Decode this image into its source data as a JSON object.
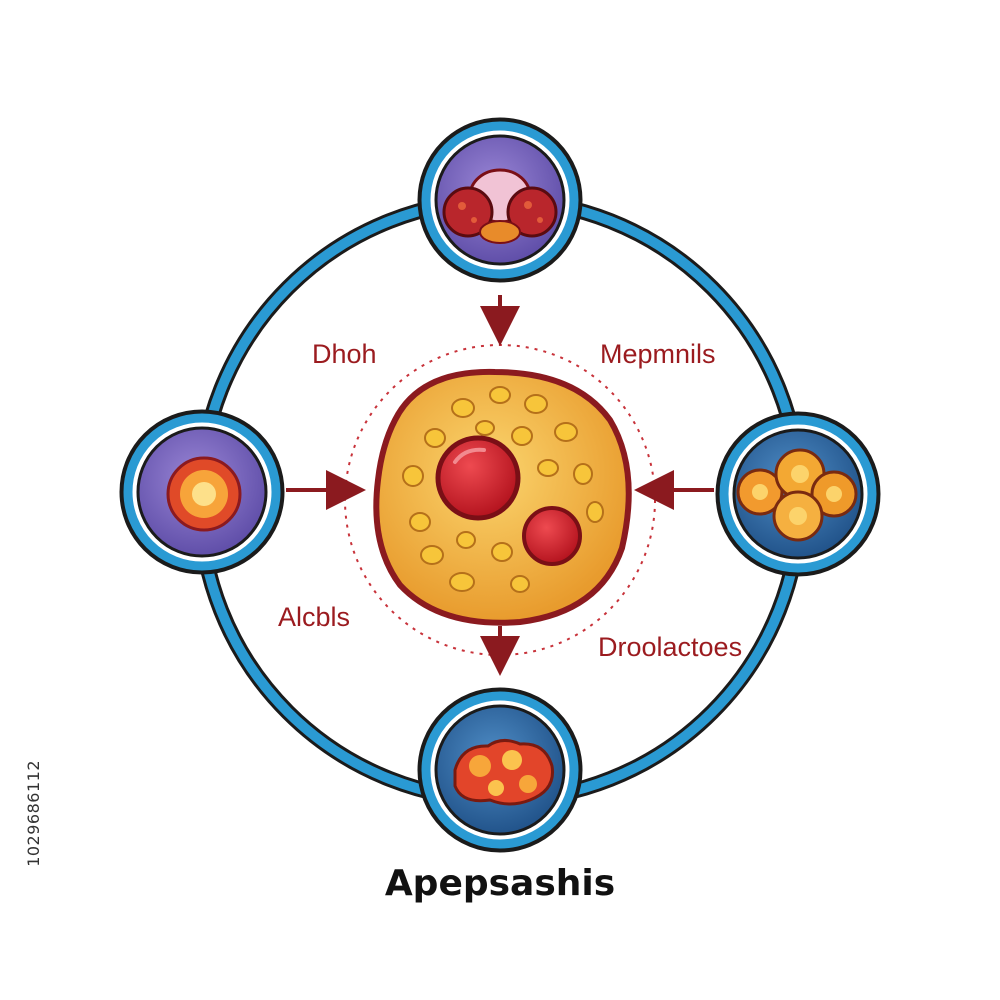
{
  "title": "Apepsashis",
  "labels": {
    "top_left": "Dhoh",
    "top_right": "Mepmnils",
    "bottom_left": "Alcbls",
    "bottom_right": "Droolactoes"
  },
  "watermark_id": "1029686112",
  "colors": {
    "ring": "#1f8fc6",
    "arrow": "#8b1a1f",
    "label": "#9b1b1f",
    "cell_fill": "#f4b64a",
    "nucleus": "#d42030"
  },
  "nodes": [
    {
      "position": "top",
      "icon": "dividing-cells-icon"
    },
    {
      "position": "left",
      "icon": "single-cell-icon"
    },
    {
      "position": "right",
      "icon": "cell-cluster-icon"
    },
    {
      "position": "bottom",
      "icon": "cell-fragments-icon"
    }
  ]
}
